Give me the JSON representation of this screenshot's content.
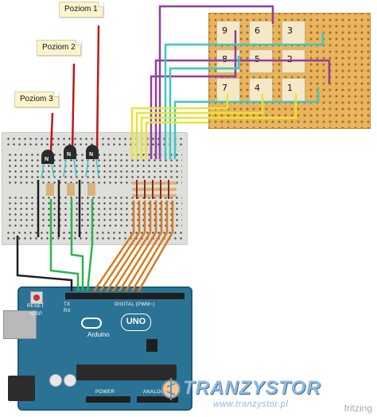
{
  "level_labels": [
    "Poziom 1",
    "Poziom 2",
    "Poziom 3"
  ],
  "keypad": {
    "rows": [
      [
        "9",
        "6",
        "3"
      ],
      [
        "8",
        "5",
        "2"
      ],
      [
        "7",
        "4",
        "1"
      ]
    ]
  },
  "arduino": {
    "brand": "Arduino",
    "model": "UNO",
    "reset_label": "RESET",
    "icsp_label": "ICSP",
    "tx_label": "TX",
    "rx_label": "RX",
    "digital_label": "DIGITAL (PWM~)",
    "power_label": "POWER",
    "analog_label": "ANALOG IN"
  },
  "transistor_mark": "N",
  "watermark": {
    "title": "TRANZYSTOR",
    "url": "www.tranzystor.pl"
  },
  "tool_credit": "fritzing",
  "colors": {
    "breadboard": "#dededb",
    "perfboard": "#e9b45d",
    "arduino_board": "#2b7395",
    "wire_purple": "#8d3fa3",
    "wire_cyan": "#3fc6c2",
    "wire_yellow": "#e9e337",
    "wire_green": "#2ab44a",
    "wire_orange": "#d77a1f",
    "wire_red": "#c01818",
    "wire_black": "#202020"
  }
}
